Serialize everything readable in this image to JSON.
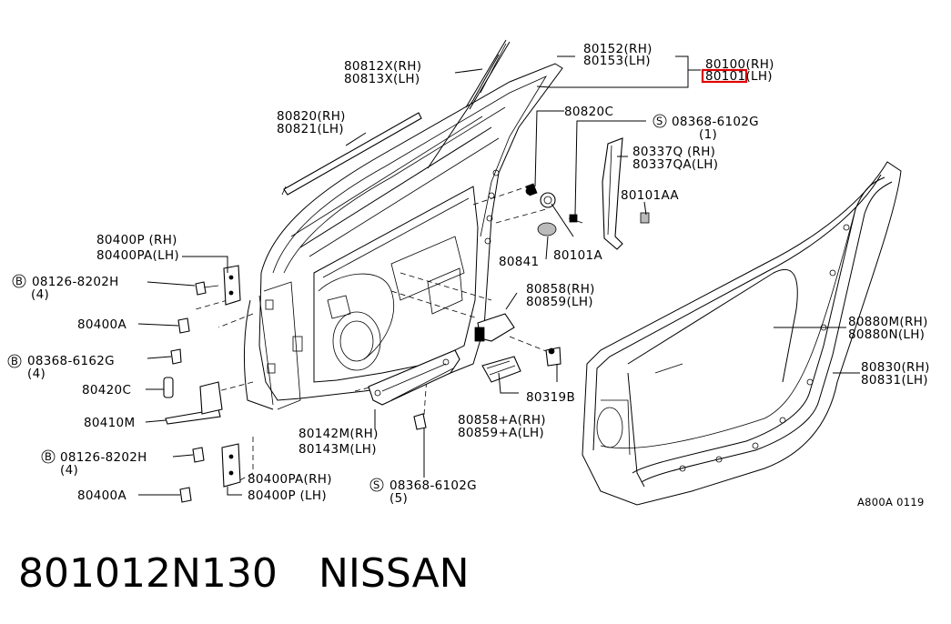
{
  "labels": {
    "p80152": "80152(RH)",
    "p80153": "80153(LH)",
    "p80100": "80100(RH)",
    "p80101": "80101(LH)",
    "p80812x": "80812X(RH)",
    "p80813x": "80813X(LH)",
    "p80820": "80820(RH)",
    "p80821": "80821(LH)",
    "p80820c": "80820C",
    "s08368_6102g_top": "08368-6102G",
    "s08368_6102g_top_qty": "(1)",
    "p80337q": "80337Q (RH)",
    "p80337qa": "80337QA(LH)",
    "p80101aa": "80101AA",
    "p80841": "80841",
    "p80101a": "80101A",
    "p80400p_top": "80400P (RH)",
    "p80400pa_top": "80400PA(LH)",
    "b08126_8202h_top": "08126-8202H",
    "b08126_8202h_top_qty": "(4)",
    "p80400a_top": "80400A",
    "b08368_6162g": "08368-6162G",
    "b08368_6162g_qty": "(4)",
    "p80420c": "80420C",
    "p80410m": "80410M",
    "b08126_8202h_bot": "08126-8202H",
    "b08126_8202h_bot_qty": "(4)",
    "p80400a_bot": "80400A",
    "p80400pa_bot": "80400PA(RH)",
    "p80400p_bot": "80400P (LH)",
    "p80858": "80858(RH)",
    "p80859": "80859(LH)",
    "p80319b": "80319B",
    "p80142m": "80142M(RH)",
    "p80143m": "80143M(LH)",
    "p80858a": "80858+A(RH)",
    "p80859a": "80859+A(LH)",
    "s08368_6102g_bot": "08368-6102G",
    "s08368_6102g_bot_qty": "(5)",
    "p80880m": "80880M(RH)",
    "p80880n": "80880N(LH)",
    "p80830": "80830(RH)",
    "p80831": "80831(LH)",
    "diagram_code": "A800A 0119"
  },
  "symbols": {
    "bolt_marker": "B",
    "screw_marker": "S"
  },
  "highlight_color": "#e00000",
  "footer": {
    "part_number": "801012N130",
    "brand": "NISSAN"
  }
}
